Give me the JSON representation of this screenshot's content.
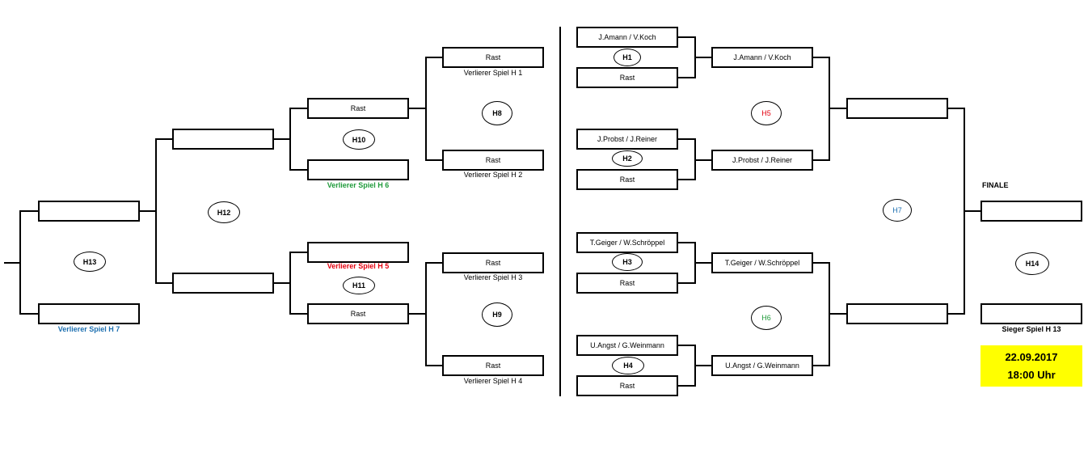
{
  "boxes": {
    "b_h13_top": "",
    "b_h13_bot": "",
    "b_h12_top": "",
    "b_h12_bot": "",
    "b_h10_top": "Rast",
    "b_h10_bot": "",
    "b_h11_top": "",
    "b_h11_bot": "Rast",
    "b_h8_top": "Rast",
    "b_h8_bot": "Rast",
    "b_h9_top": "Rast",
    "b_h9_bot": "Rast",
    "b_h1_top": "J.Amann / V.Koch",
    "b_h1_bot": "Rast",
    "b_h2_top": "J.Probst / J.Reiner",
    "b_h2_bot": "Rast",
    "b_h3_top": "T.Geiger / W.Schröppel",
    "b_h3_bot": "Rast",
    "b_h4_top": "U.Angst / G.Weinmann",
    "b_h4_bot": "Rast",
    "b_h5_top": "J.Amann / V.Koch",
    "b_h5_bot": "J.Probst / J.Reiner",
    "b_h6_top": "T.Geiger / W.Schröppel",
    "b_h6_bot": "U.Angst / G.Weinmann",
    "b_h7_top": "",
    "b_h7_bot": "",
    "b_h14_top": "",
    "b_h14_bot": ""
  },
  "matches": {
    "h1": "H1",
    "h2": "H2",
    "h3": "H3",
    "h4": "H4",
    "h5": "H5",
    "h6": "H6",
    "h7": "H7",
    "h8": "H8",
    "h9": "H9",
    "h10": "H10",
    "h11": "H11",
    "h12": "H12",
    "h13": "H13",
    "h14": "H14"
  },
  "notes": {
    "verlierer_h1": "Verlierer Spiel H 1",
    "verlierer_h2": "Verlierer Spiel H 2",
    "verlierer_h3": "Verlierer Spiel H 3",
    "verlierer_h4": "Verlierer Spiel H 4",
    "verlierer_h5": "Verlierer Spiel H 5",
    "verlierer_h6": "Verlierer Spiel H 6",
    "verlierer_h7": "Verlierer Spiel H 7",
    "sieger_h13": "Sieger Spiel H 13",
    "finale": "FINALE"
  },
  "schedule": {
    "date": "22.09.2017",
    "time": "18:00 Uhr"
  },
  "colors": {
    "red": "#e3000f",
    "green": "#1f9a3a",
    "blue": "#1c6fb0",
    "highlight": "#ffff00"
  }
}
